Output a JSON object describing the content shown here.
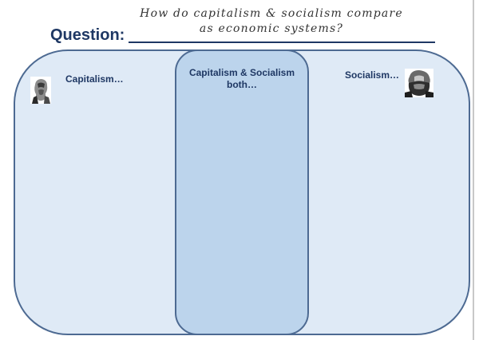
{
  "header": {
    "question_label": "Question:",
    "handwritten_line1": "How do capitalism & socialism compare",
    "handwritten_line2": "as economic systems?"
  },
  "venn": {
    "left_label": "Capitalism…",
    "center_label": "Capitalism & Socialism both…",
    "right_label": "Socialism…"
  },
  "colors": {
    "title": "#1f3864",
    "outline": "#4d6a92",
    "outer_fill": "#dfeaf6",
    "center_fill": "#bcd4ec"
  }
}
